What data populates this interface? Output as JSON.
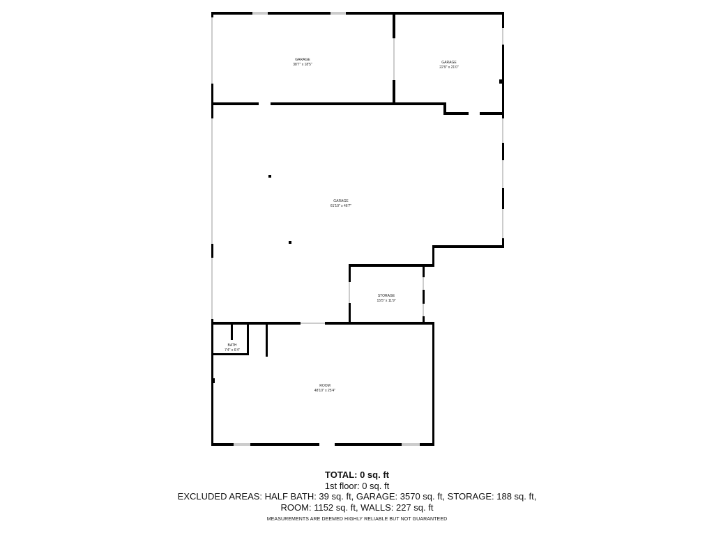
{
  "rooms": [
    {
      "name": "GARAGE",
      "dims": "38'7\" x 18'5\""
    },
    {
      "name": "GARAGE",
      "dims": "22'9\" x 21'0\""
    },
    {
      "name": "GARAGE",
      "dims": "61'10\" x 46'7\""
    },
    {
      "name": "STORAGE",
      "dims": "15'5\" x 11'9\""
    },
    {
      "name": "BATH",
      "dims": "7'4\" x 6'4\""
    },
    {
      "name": "ROOM",
      "dims": "48'10\" x 25'4\""
    }
  ],
  "summary": {
    "total": "TOTAL: 0 sq. ft",
    "floor": "1st floor: 0 sq. ft",
    "excluded_line1": "EXCLUDED AREAS: HALF BATH: 39 sq. ft, GARAGE: 3570 sq. ft, STORAGE: 188 sq. ft,",
    "excluded_line2": "ROOM: 1152 sq. ft, WALLS: 227 sq. ft",
    "disclaimer": "MEASUREMENTS ARE DEEMED HIGHLY RELIABLE BUT NOT GUARANTEED"
  }
}
